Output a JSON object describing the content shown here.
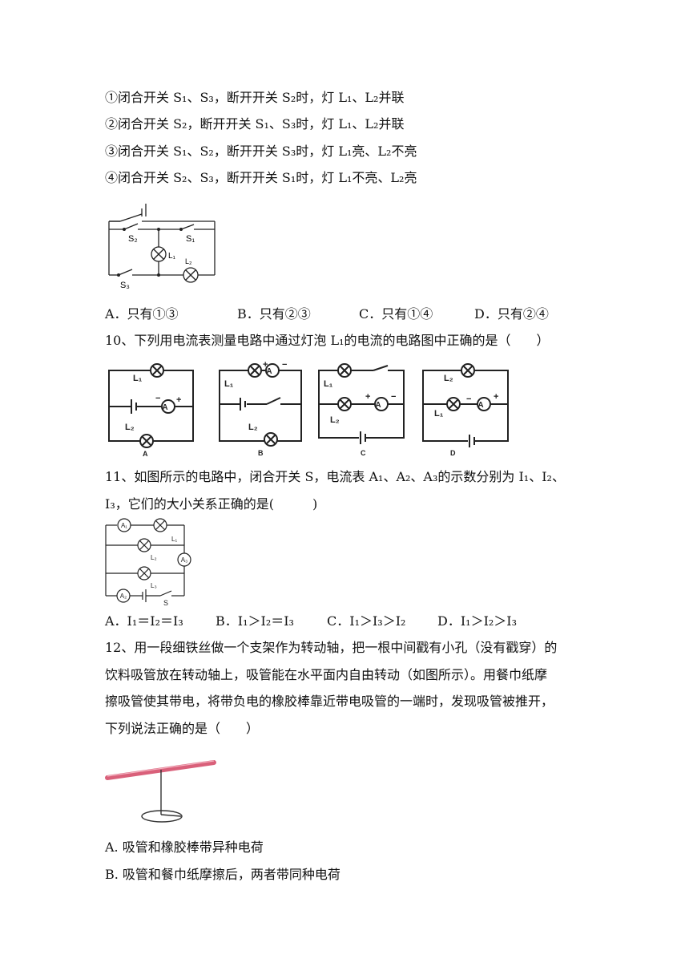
{
  "q9": {
    "s1": "①闭合开关 S₁、S₃，断开开关 S₂时，灯 L₁、L₂并联",
    "s2": "②闭合开关 S₂，断开开关 S₁、S₃时，灯 L₁、L₂并联",
    "s3": "③闭合开关 S₁、S₂，断开开关 S₃时，灯 L₁亮、L₂不亮",
    "s4": "④闭合开关 S₂、S₃，断开开关 S₁时，灯 L₁不亮、L₂亮",
    "fig": {
      "s2": "S₂",
      "s1": "S₁",
      "s3": "S₃",
      "l1": "L₁",
      "l2": "L₂"
    },
    "options": [
      "A．只有①③",
      "B．只有②③",
      "C．只有①④",
      "D．只有②④"
    ]
  },
  "q10": {
    "stem": "10、下列用电流表测量电路中通过灯泡 L₁的电流的电路图中正确的是（　　）",
    "fig": {
      "L1": "L₁",
      "L2": "L₂",
      "A": "A",
      "plus": "+",
      "minus": "−",
      "labels": [
        "A",
        "B",
        "C",
        "D"
      ]
    }
  },
  "q11": {
    "stem1": "11、如图所示的电路中，闭合开关 S，电流表 A₁、A₂、A₃的示数分别为 I₁、I₂、",
    "stem2": "I₃，它们的大小关系正确的是(　　　)",
    "fig": {
      "a1": "A₁",
      "a2": "A₂",
      "a3": "A₃",
      "l1": "L₁",
      "l2": "L₂",
      "l3": "L₃",
      "s": "S"
    },
    "options": [
      "A．I₁＝I₂＝I₃",
      "B．I₁＞I₂＝I₃",
      "C．I₁＞I₃＞I₂",
      "D．I₁＞I₂＞I₃"
    ]
  },
  "q12": {
    "line1": "12、用一段细铁丝做一个支架作为转动轴，把一根中间戳有小孔（没有戳穿）的",
    "line2": "饮料吸管放在转动轴上，吸管能在水平面内自由转动（如图所示）。用餐巾纸摩",
    "line3": "擦吸管使其带电，将带负电的橡胶棒靠近带电吸管的一端时，发现吸管被推开，",
    "line4": "下列说法正确的是（　　）",
    "optA": "A. 吸管和橡胶棒带异种电荷",
    "optB": "B. 吸管和餐巾纸摩擦后，两者带同种电荷"
  }
}
